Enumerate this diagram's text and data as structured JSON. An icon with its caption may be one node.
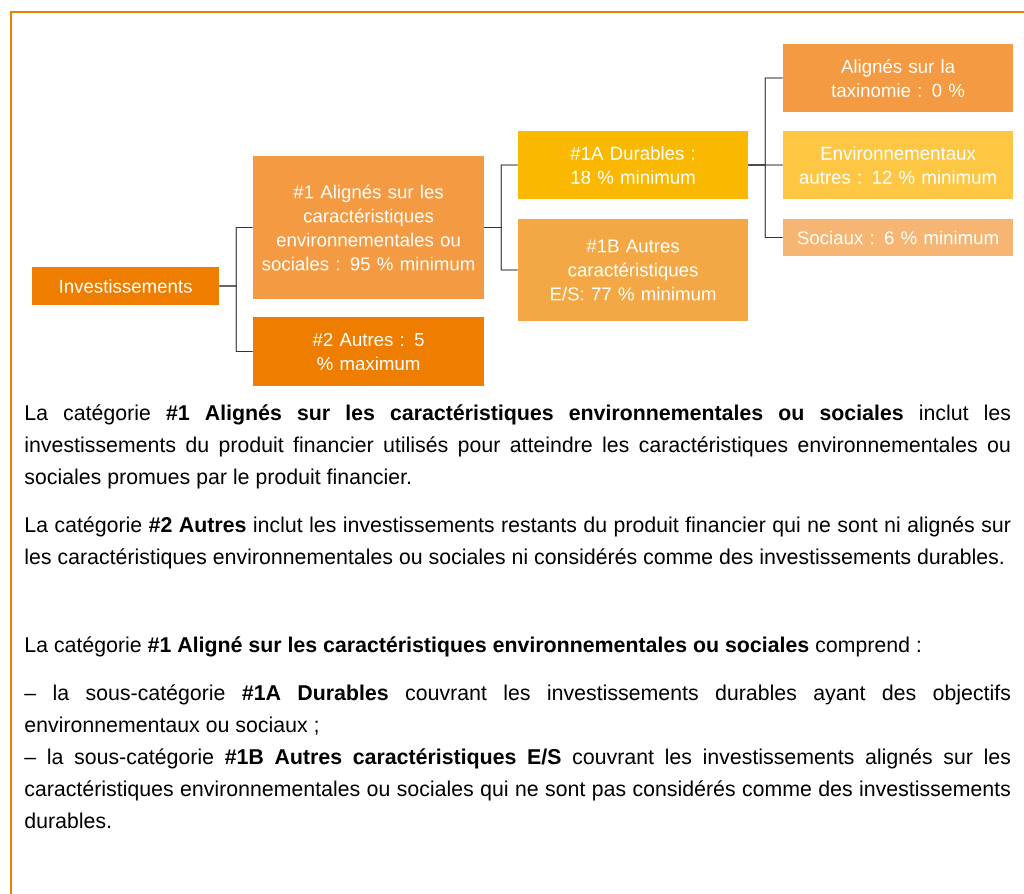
{
  "diagram": {
    "nodes": [
      {
        "text": [
          "Investissements"
        ]
      },
      {
        "text": [
          "#1 Alignés sur les caractéristiques environnementales ou sociales : 95 % minimum"
        ]
      },
      {
        "text": [
          "#2 Autres : 5 % maximum"
        ]
      },
      {
        "text": [
          "#1A Durables : 18 % minimum"
        ]
      },
      {
        "text": [
          "#1B Autres caractéristiques E/S: 77 % minimum"
        ]
      },
      {
        "text": [
          "Alignés sur la taxinomie : 0 %"
        ]
      },
      {
        "text": [
          "Environnementaux autres : 12 % minimum"
        ]
      },
      {
        "text": [
          "Sociaux : 6 % minimum"
        ]
      }
    ],
    "edges": [
      {
        "from": 0,
        "to": 1,
        "arrow": "none"
      },
      {
        "from": 0,
        "to": 2,
        "arrow": "none"
      },
      {
        "from": 1,
        "to": 3,
        "arrow": "none"
      },
      {
        "from": 1,
        "to": 4,
        "arrow": "none"
      },
      {
        "from": 3,
        "to": 5,
        "arrow": "none"
      },
      {
        "from": 3,
        "to": 6,
        "arrow": "none"
      },
      {
        "from": 3,
        "to": 7,
        "arrow": "none"
      }
    ],
    "labels": [
      "La catégorie **#1 Alignés sur les caractéristiques environnementales ou sociales** inclut les investissements du produit financier utilisés pour atteindre les caractéristiques environnementales ou sociales promues par le produit financier.",
      "La catégorie **#2 Autres** inclut les investissements restants du produit financier qui ne sont ni alignés sur les caractéristiques environnementales ou sociales ni considérés comme des investissements durables.",
      "La catégorie **#1 Aligné sur les caractéristiques environnementales ou sociales** comprend :",
      "– la sous-catégorie **#1A Durables** couvrant les investissements durables ayant des objectifs environnementaux ou sociaux ;",
      "– la sous-catégorie **#1B Autres caractéristiques E/S** couvrant les investissements alignés sur les caractéristiques environnementales ou sociales qui ne sont pas considérés comme des investissements durables."
    ]
  }
}
